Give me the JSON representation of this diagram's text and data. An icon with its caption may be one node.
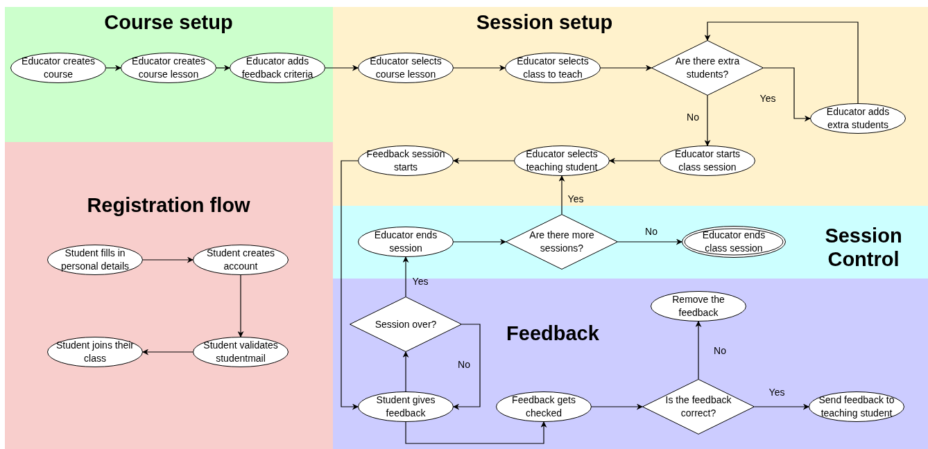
{
  "diagram": {
    "nodes": [
      {
        "text": [
          "Course setup"
        ]
      },
      {
        "text": [
          "Educator creates course"
        ],
        "in": 0
      },
      {
        "text": [
          "Educator creates course lesson"
        ],
        "in": 0
      },
      {
        "text": [
          "Educator adds feedback criteria"
        ],
        "in": 0
      },
      {
        "text": [
          "Session setup"
        ]
      },
      {
        "text": [
          "Educator selects course lesson"
        ],
        "in": 4
      },
      {
        "text": [
          "Educator selects class to teach"
        ],
        "in": 4
      },
      {
        "text": [
          "Are there extra students?"
        ],
        "in": 4
      },
      {
        "text": [
          "Educator adds extra students"
        ],
        "in": 4
      },
      {
        "text": [
          "Feedback session starts"
        ],
        "in": 4
      },
      {
        "text": [
          "Educator selects teaching student"
        ],
        "in": 4
      },
      {
        "text": [
          "Educator starts class session"
        ],
        "in": 4
      },
      {
        "text": [
          "Registration flow"
        ]
      },
      {
        "text": [
          "Student fills in personal details"
        ],
        "in": 12
      },
      {
        "text": [
          "Student creates account"
        ],
        "in": 12
      },
      {
        "text": [
          "Student joins their class"
        ],
        "in": 12
      },
      {
        "text": [
          "Student validates studentmail"
        ],
        "in": 12
      },
      {
        "text": [
          "Session Control"
        ]
      },
      {
        "text": [
          "Educator ends session"
        ],
        "in": 17
      },
      {
        "text": [
          "Are there more sessions?"
        ],
        "in": 17
      },
      {
        "text": [
          "Educator ends class session"
        ],
        "in": 17
      },
      {
        "text": [
          "Feedback"
        ]
      },
      {
        "text": [
          "Remove the feedback"
        ],
        "in": 21
      },
      {
        "text": [
          "Session over?"
        ],
        "in": 21
      },
      {
        "text": [
          "Student gives feedback"
        ],
        "in": 21
      },
      {
        "text": [
          "Feedback gets checked"
        ],
        "in": 21
      },
      {
        "text": [
          "Is the feedback correct?"
        ],
        "in": 21
      },
      {
        "text": [
          "Send feedback to teaching student"
        ],
        "in": 21
      }
    ],
    "edges": [
      {
        "from": 1,
        "to": 2,
        "arrow": "to"
      },
      {
        "from": 2,
        "to": 3,
        "arrow": "to"
      },
      {
        "from": 3,
        "to": 5,
        "arrow": "to"
      },
      {
        "from": 5,
        "to": 6,
        "arrow": "to"
      },
      {
        "from": 6,
        "to": 7,
        "arrow": "to"
      },
      {
        "from": 7,
        "to": 8,
        "arrow": "to",
        "label": "Yes"
      },
      {
        "from": 8,
        "to": 7,
        "arrow": "to"
      },
      {
        "from": 7,
        "to": 11,
        "arrow": "to",
        "label": "No"
      },
      {
        "from": 11,
        "to": 10,
        "arrow": "to"
      },
      {
        "from": 10,
        "to": 9,
        "arrow": "to"
      },
      {
        "from": 9,
        "to": 24,
        "arrow": "to"
      },
      {
        "from": 13,
        "to": 14,
        "arrow": "to"
      },
      {
        "from": 14,
        "to": 16,
        "arrow": "to"
      },
      {
        "from": 16,
        "to": 15,
        "arrow": "to"
      },
      {
        "from": 18,
        "to": 19,
        "arrow": "to"
      },
      {
        "from": 19,
        "to": 20,
        "arrow": "to",
        "label": "No"
      },
      {
        "from": 19,
        "to": 10,
        "arrow": "to",
        "label": "Yes"
      },
      {
        "from": 23,
        "to": 18,
        "arrow": "to",
        "label": "Yes"
      },
      {
        "from": 24,
        "to": 23,
        "arrow": "to"
      },
      {
        "from": 23,
        "to": 24,
        "arrow": "to",
        "label": "No"
      },
      {
        "from": 24,
        "to": 25,
        "arrow": "to"
      },
      {
        "from": 25,
        "to": 26,
        "arrow": "to"
      },
      {
        "from": 26,
        "to": 22,
        "arrow": "to",
        "label": "No"
      },
      {
        "from": 26,
        "to": 27,
        "arrow": "to",
        "label": "Yes"
      }
    ]
  }
}
